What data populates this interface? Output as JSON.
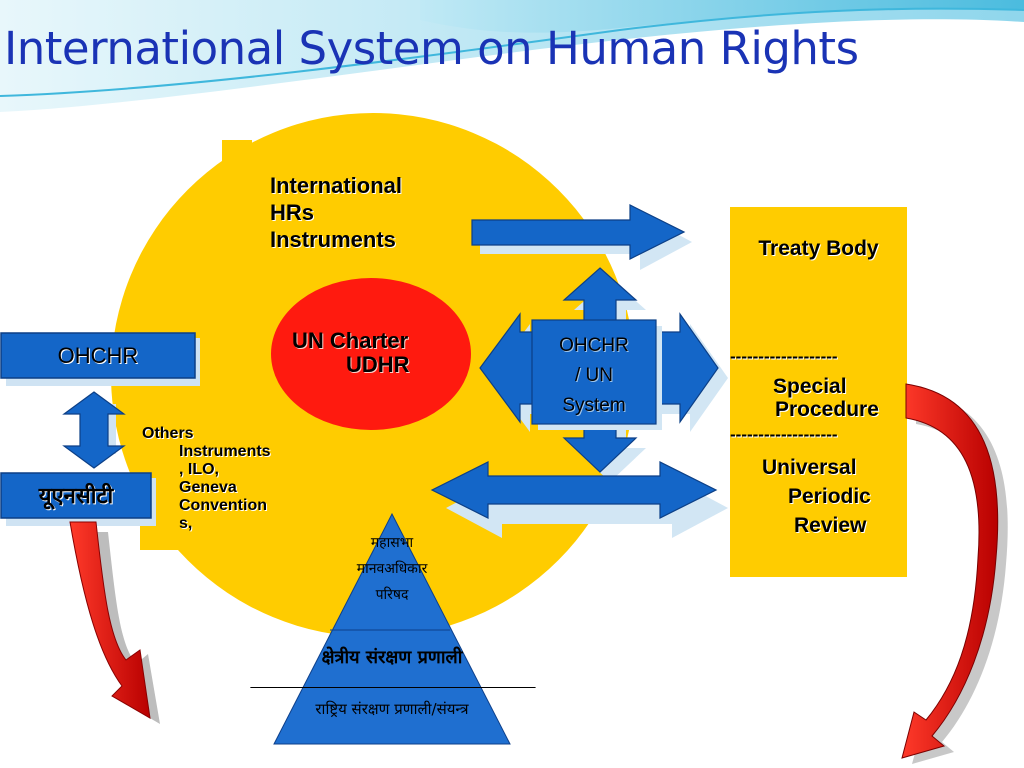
{
  "title": "International System on Human Rights",
  "intl_instruments": [
    "International",
    "HRs",
    "Instruments"
  ],
  "un_charter": [
    "UN Charter",
    "UDHR"
  ],
  "ohchr_left": "OHCHR",
  "hindi_left": "यूएनसीटी",
  "others": [
    "Others",
    "Instruments",
    ", ILO,",
    "Geneva",
    "Convention",
    "s,"
  ],
  "center_box": [
    "OHCHR",
    "/ UN",
    "System"
  ],
  "right_column": {
    "treaty_body": "Treaty Body",
    "divider1": "-------------------",
    "special": [
      "Special",
      "Procedure"
    ],
    "divider2": "-------------------",
    "upr": [
      "Universal",
      "Periodic",
      "Review"
    ]
  },
  "pyramid": {
    "top": [
      "महासभा",
      "मानवअधिकार",
      "परिषद"
    ],
    "middle": "क्षेत्रीय संरक्षण प्रणाली",
    "rule": "________________________________",
    "bottom": "राष्ट्रिय संरक्षण प्रणाली/संयन्त्र"
  },
  "colors": {
    "title": "#1a33b5",
    "circle": "#ffcc00",
    "core": "#ff1a0f",
    "box_blue": "#1466c8",
    "arrow_red": "#e60000",
    "pyramid": "#1f6fd0"
  }
}
